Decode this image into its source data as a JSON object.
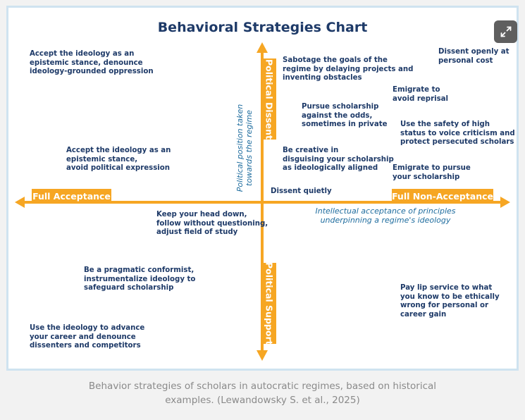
{
  "title": "Behavioral Strategies Chart",
  "expand_icon": "expand-arrows-icon",
  "accent_color": "#f6a623",
  "text_color": "#1e3a68",
  "axes": {
    "top": "Political Dissent",
    "bottom": "Political Support",
    "left": "Full Acceptance",
    "right": "Full Non-Acceptance",
    "vertical_note": [
      "Political position taken",
      "towards the regime"
    ],
    "horizontal_note": [
      "Intellectual acceptance of principles",
      "underpinning a regime's ideology"
    ]
  },
  "strategies": [
    [
      "Accept the ideology as an",
      "epistemic stance, denounce",
      "ideology-grounded oppression"
    ],
    [
      "Accept the ideology as an",
      "epistemic stance,",
      "avoid political expression"
    ],
    [
      "Sabotage the goals of the",
      "regime by delaying projects and",
      "inventing obstacles"
    ],
    [
      "Pursue scholarship",
      "against the odds,",
      "sometimes in private"
    ],
    [
      "Be creative in",
      "disguising your scholarship",
      "as ideologically aligned"
    ],
    [
      "Dissent quietly"
    ],
    [
      "Dissent openly at",
      "personal cost"
    ],
    [
      "Emigrate to",
      "avoid reprisal"
    ],
    [
      "Use the safety of high",
      "status to voice criticism and",
      "protect persecuted scholars"
    ],
    [
      "Emigrate to pursue",
      "your scholarship"
    ],
    [
      "Keep your head down,",
      "follow without questioning,",
      "adjust field of study"
    ],
    [
      "Be a pragmatic conformist,",
      "instrumentalize ideology to",
      "safeguard scholarship"
    ],
    [
      "Use the ideology to advance",
      "your career and denounce",
      "dissenters and competitors"
    ],
    [
      "Pay lip service to what",
      "you know to be ethically",
      "wrong for personal or",
      "career gain"
    ]
  ],
  "caption": [
    "Behavior strategies of scholars in autocratic regimes, based on historical",
    "examples. (Lewandowsky S. et al., 2025)"
  ]
}
